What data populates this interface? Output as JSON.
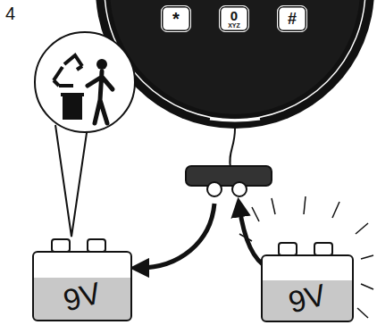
{
  "diagram": {
    "nodes": [
      {
        "text": [
          "*"
        ]
      },
      {
        "text": [
          "0",
          "XYZ"
        ]
      },
      {
        "text": [
          "#"
        ]
      },
      {
        "text": [
          "9V"
        ]
      },
      {
        "text": [
          "9V"
        ]
      }
    ],
    "labels": [
      "4"
    ]
  }
}
